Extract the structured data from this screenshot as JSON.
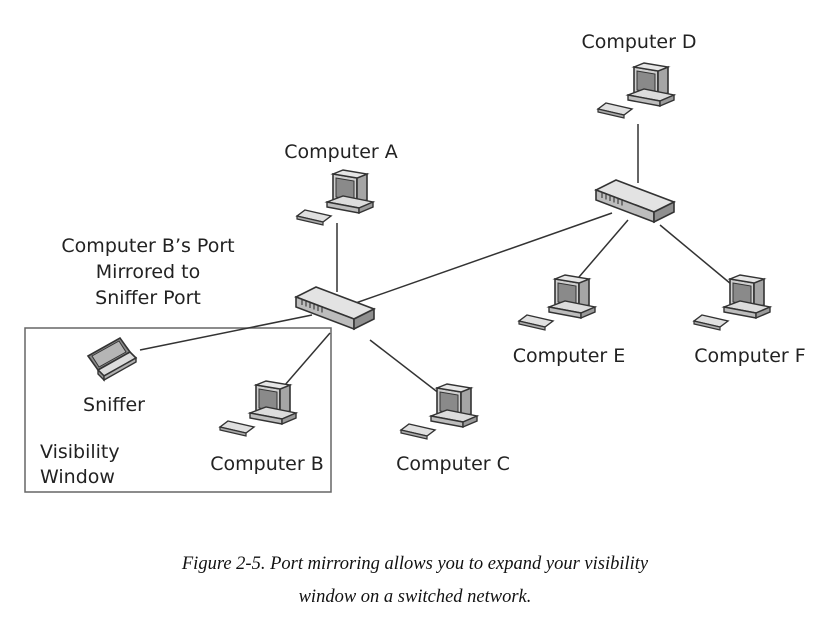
{
  "labels": {
    "computer_a": "Computer A",
    "computer_b": "Computer B",
    "computer_c": "Computer C",
    "computer_d": "Computer D",
    "computer_e": "Computer E",
    "computer_f": "Computer F",
    "sniffer": "Sniffer",
    "mirror_line1": "Computer B’s Port",
    "mirror_line2": "Mirrored to",
    "mirror_line3": "Sniffer Port",
    "visibility_line1": "Visibility",
    "visibility_line2": "Window"
  },
  "caption": {
    "line1": "Figure 2-5. Port mirroring allows you to expand your visibility",
    "line2": "window on a switched network."
  },
  "colors": {
    "line": "#333333",
    "device_fill": "#d9d9d9",
    "device_dark": "#555555",
    "box_stroke": "#666666"
  }
}
